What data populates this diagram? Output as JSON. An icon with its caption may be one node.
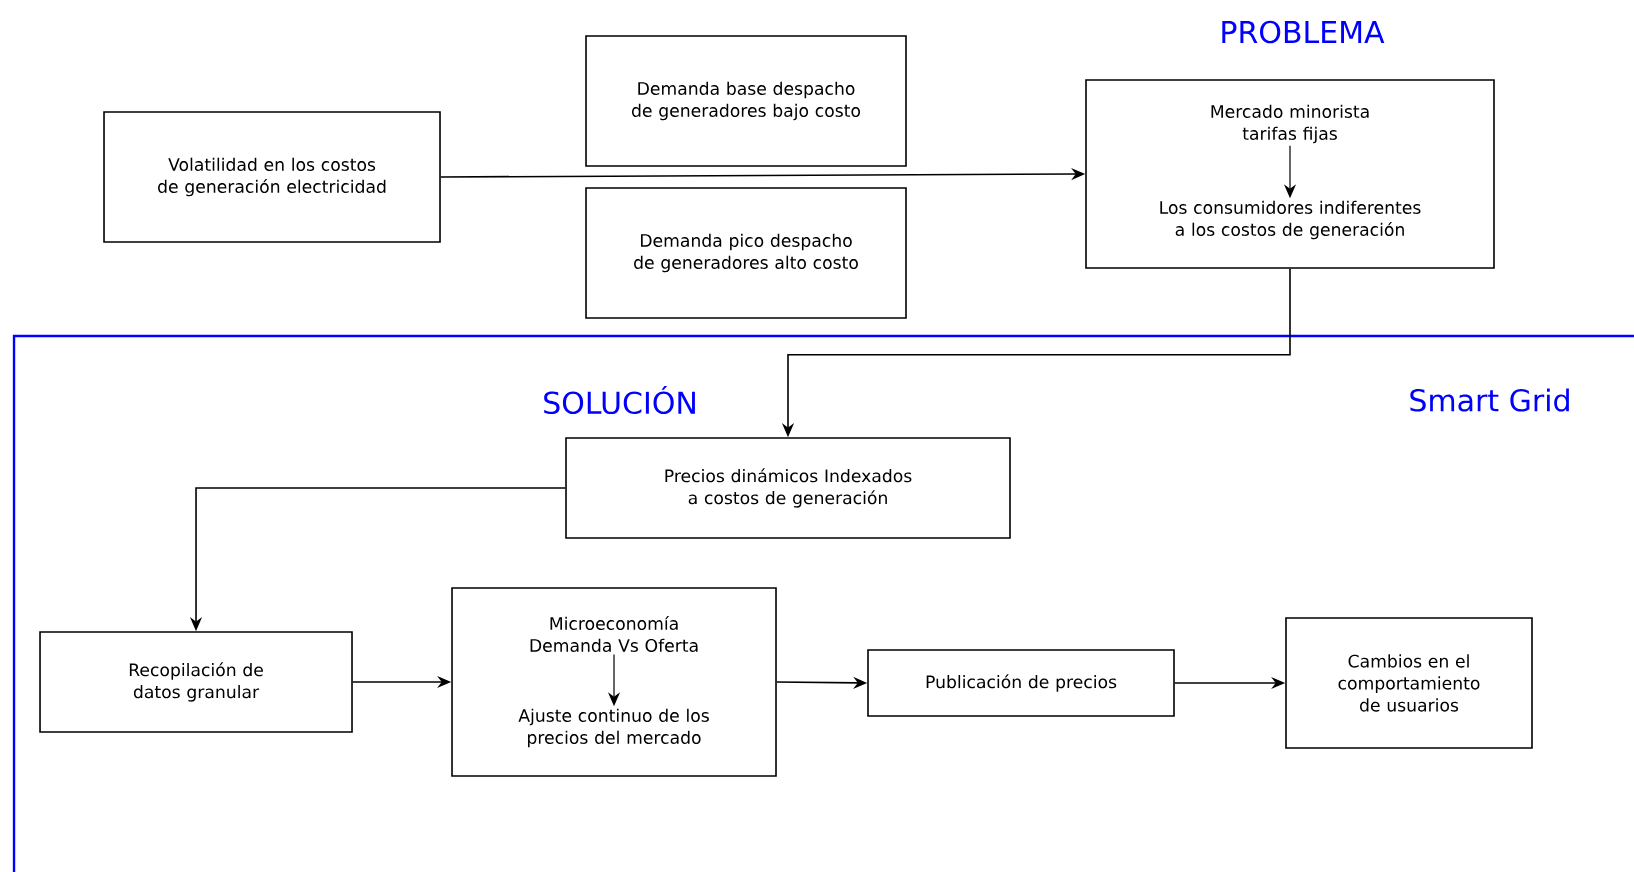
{
  "diagram": {
    "nodes": [
      {
        "text": [
          "Volatilidad en los costos de generación electricidad"
        ]
      },
      {
        "text": [
          "Demanda base despacho de generadores bajo costo"
        ]
      },
      {
        "text": [
          "Demanda pico despacho de generadores alto costo"
        ]
      },
      {
        "text": [],
        "shape": "box"
      },
      {
        "text": [
          "Mercado minorista tarifas fijas"
        ],
        "in": 3
      },
      {
        "text": [
          "Los consumidores indiferentes a los costos de generación"
        ],
        "in": 3
      },
      {
        "text": [
          "SOLUCIÓN",
          "Smart Grid"
        ]
      },
      {
        "text": [
          "Precios dinámicos Indexados a costos de generación"
        ],
        "in": 6
      },
      {
        "text": [
          "Recopilación de datos granular"
        ],
        "in": 6
      },
      {
        "text": [],
        "shape": "box",
        "in": 6
      },
      {
        "text": [
          "Microeconomía Demanda Vs Oferta"
        ],
        "in": 9
      },
      {
        "text": [
          "Ajuste continuo de los precios del mercado"
        ],
        "in": 9
      },
      {
        "text": [
          "Publicación de precios"
        ],
        "in": 6
      },
      {
        "text": [
          "Cambios en el comportamiento de usuarios"
        ],
        "in": 6
      }
    ],
    "edges": [
      {
        "from": 0,
        "to": 3,
        "arrow": "to"
      },
      {
        "from": 4,
        "to": 5,
        "arrow": "to"
      },
      {
        "from": 3,
        "to": 7,
        "arrow": "to"
      },
      {
        "from": 7,
        "to": 8,
        "arrow": "to"
      },
      {
        "from": 8,
        "to": 9,
        "arrow": "to"
      },
      {
        "from": 10,
        "to": 11,
        "arrow": "to"
      },
      {
        "from": 9,
        "to": 12,
        "arrow": "to"
      },
      {
        "from": 12,
        "to": 13,
        "arrow": "to"
      }
    ],
    "labels": [
      "PROBLEMA"
    ]
  }
}
